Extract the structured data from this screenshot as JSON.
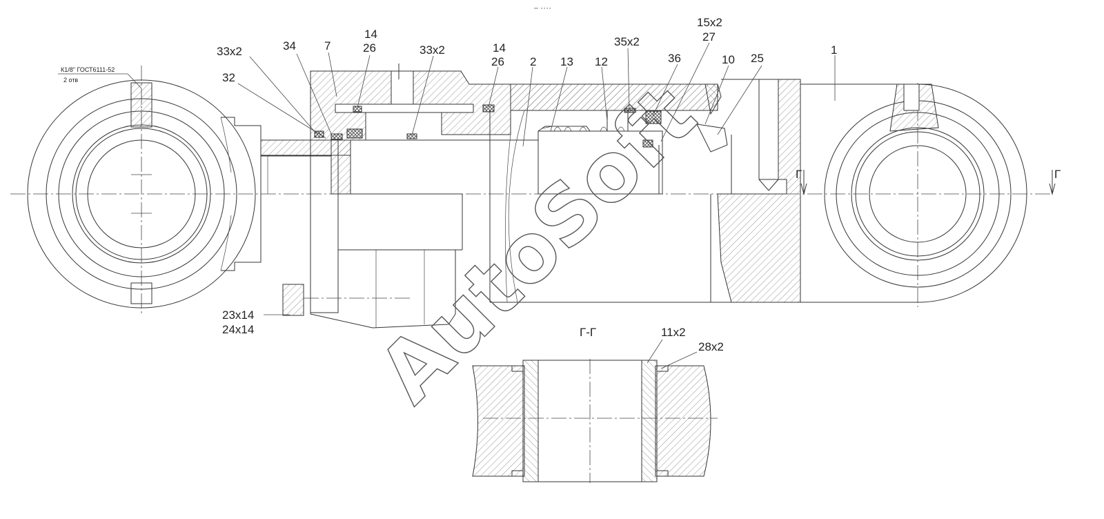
{
  "title": "",
  "watermark": "AutoSoft",
  "note": {
    "thread": "К1/8\" ГОСТ6111-52",
    "count": "2 отв"
  },
  "section_label": "Г-Г",
  "section_marks": [
    "Г",
    "Г"
  ],
  "callouts": [
    {
      "id": "33x2-left",
      "text": "33x2"
    },
    {
      "id": "34",
      "text": "34"
    },
    {
      "id": "7",
      "text": "7"
    },
    {
      "id": "14-a",
      "text": "14"
    },
    {
      "id": "26-a",
      "text": "26"
    },
    {
      "id": "33x2-mid",
      "text": "33x2"
    },
    {
      "id": "14-b",
      "text": "14"
    },
    {
      "id": "26-b",
      "text": "26"
    },
    {
      "id": "2",
      "text": "2"
    },
    {
      "id": "13",
      "text": "13"
    },
    {
      "id": "12",
      "text": "12"
    },
    {
      "id": "35x2",
      "text": "35x2"
    },
    {
      "id": "36",
      "text": "36"
    },
    {
      "id": "15x2",
      "text": "15x2"
    },
    {
      "id": "27",
      "text": "27"
    },
    {
      "id": "10",
      "text": "10"
    },
    {
      "id": "25",
      "text": "25"
    },
    {
      "id": "1",
      "text": "1"
    },
    {
      "id": "32",
      "text": "32"
    },
    {
      "id": "23x14",
      "text": "23x14"
    },
    {
      "id": "24x14",
      "text": "24x14"
    },
    {
      "id": "11x2",
      "text": "11x2"
    },
    {
      "id": "28x2",
      "text": "28x2"
    }
  ]
}
